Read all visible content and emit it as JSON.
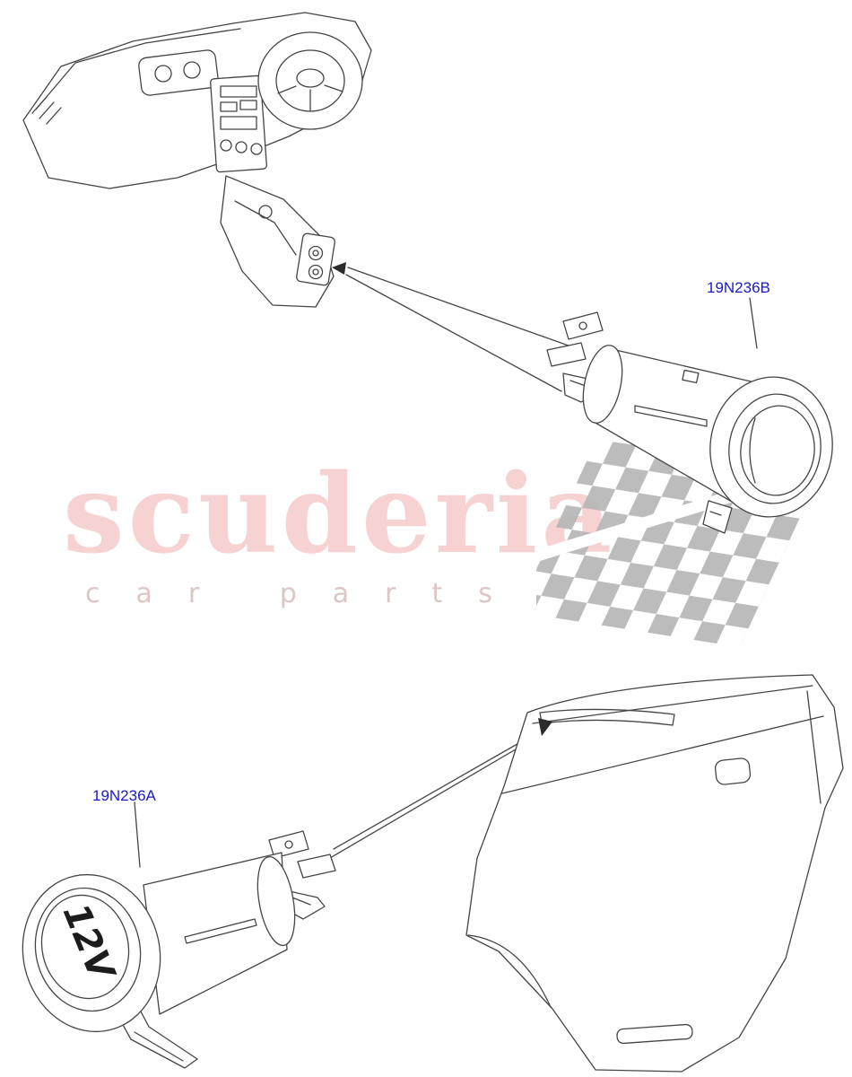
{
  "page": {
    "background": "#ffffff"
  },
  "watermark": {
    "brand": "scuderia",
    "subtitle": "car parts",
    "brand_color": "#f6d2d2",
    "subtitle_color": "#dcc6c6",
    "flag_color": "#b6b6b6"
  },
  "labels": {
    "part_b": "19N236B",
    "part_a": "19N236A",
    "color": "#1a1acc"
  },
  "socket": {
    "face_text": "12V"
  }
}
